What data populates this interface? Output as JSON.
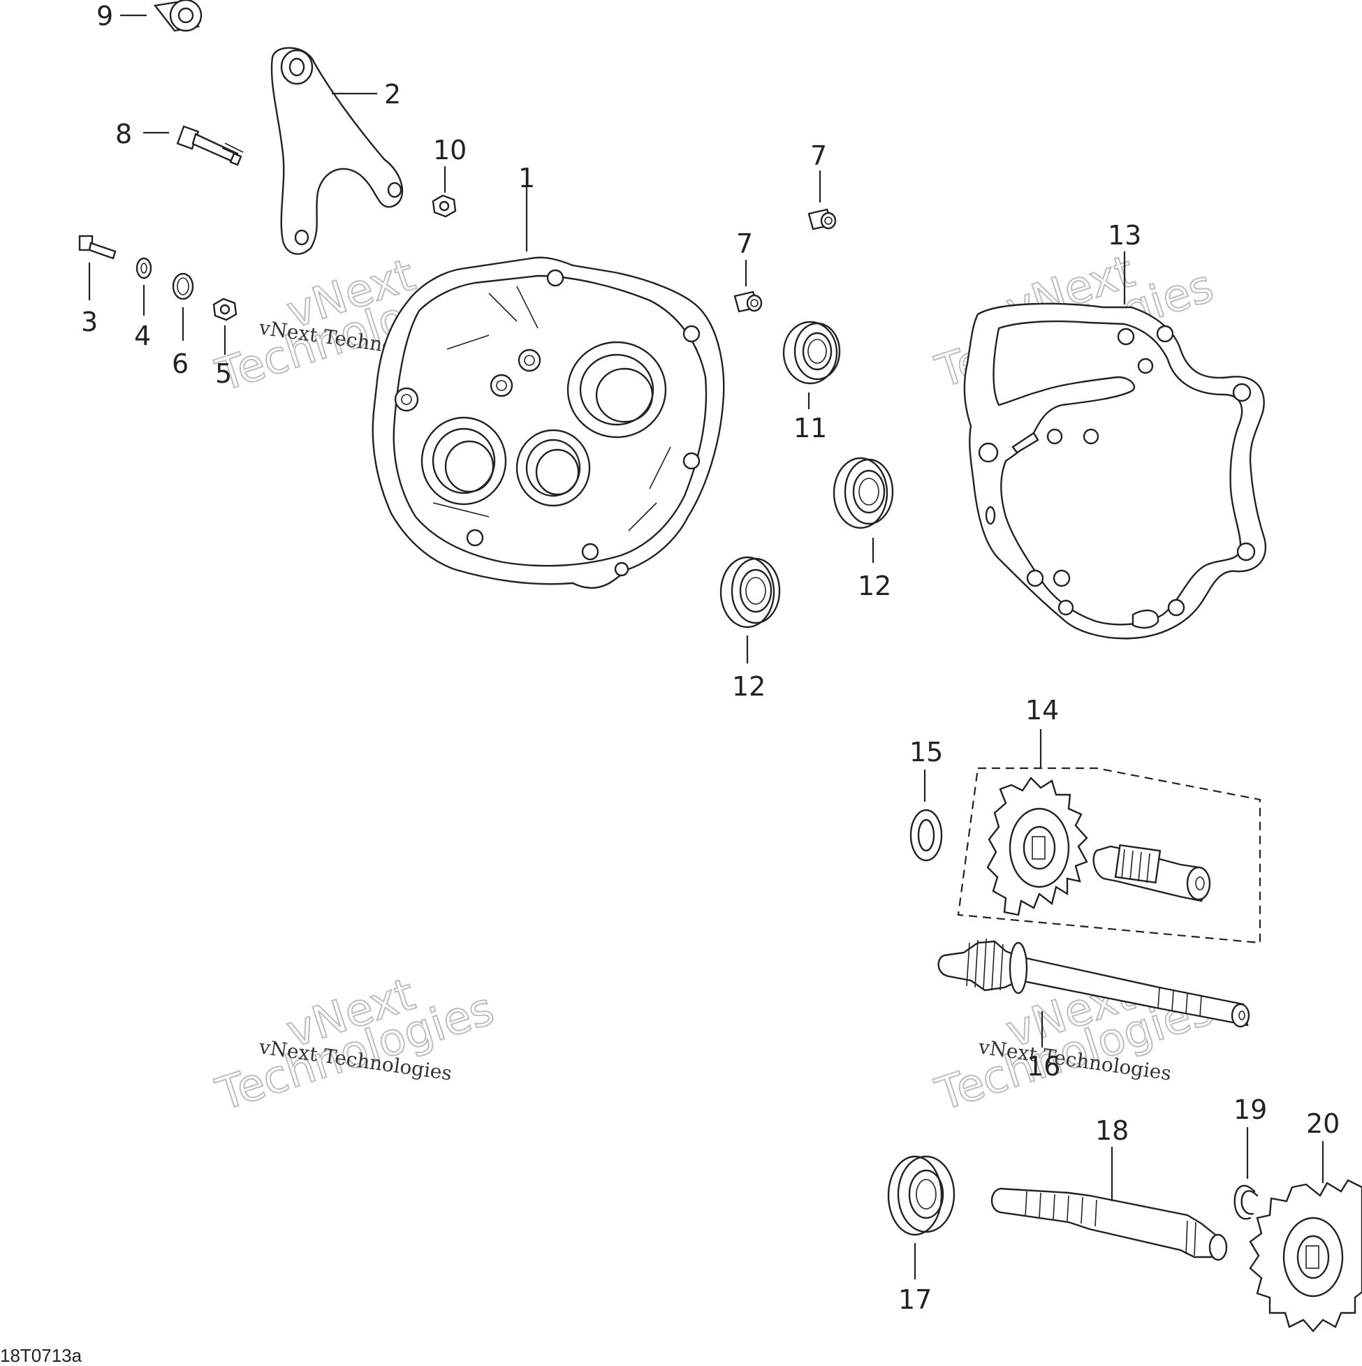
{
  "drawing_code": "18T0713a",
  "watermark": {
    "short": "vNext Technologies",
    "big_line1": "vNext",
    "big_line2": "Technologies"
  },
  "callouts": {
    "c1": "1",
    "c2": "2",
    "c3": "3",
    "c4": "4",
    "c5": "5",
    "c6": "6",
    "c7a": "7",
    "c7b": "7",
    "c8": "8",
    "c9": "9",
    "c10": "10",
    "c11": "11",
    "c12a": "12",
    "c12b": "12",
    "c13": "13",
    "c14": "14",
    "c15": "15",
    "c16": "16",
    "c17": "17",
    "c18": "18",
    "c19": "19",
    "c20": "20"
  }
}
